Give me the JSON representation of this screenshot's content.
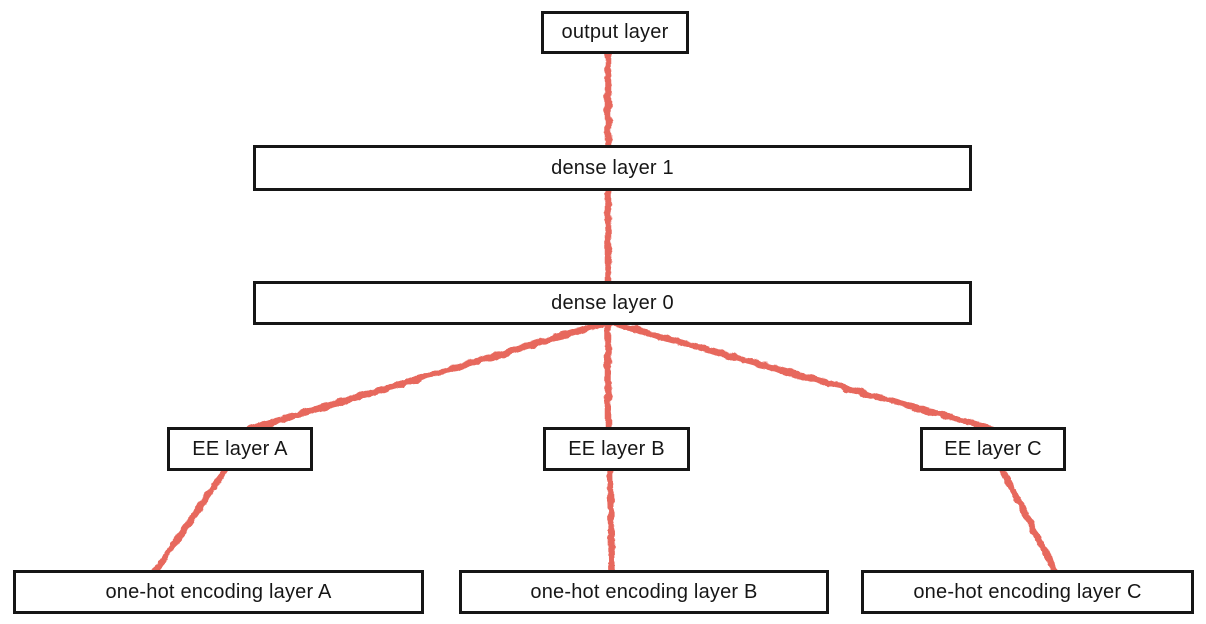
{
  "diagram": {
    "type": "neural-network-architecture",
    "background_color": "#ffffff",
    "box_border_color": "#161616",
    "box_fill_color": "#ffffff",
    "text_color": "#161616",
    "edge_color": "#e7675d",
    "nodes": {
      "output_layer": {
        "label": "output layer"
      },
      "dense_layer_1": {
        "label": "dense layer 1"
      },
      "dense_layer_0": {
        "label": "dense layer 0"
      },
      "ee_layer_a": {
        "label": "EE layer A"
      },
      "ee_layer_b": {
        "label": "EE layer B"
      },
      "ee_layer_c": {
        "label": "EE layer C"
      },
      "onehot_layer_a": {
        "label": "one-hot encoding layer A"
      },
      "onehot_layer_b": {
        "label": "one-hot encoding layer B"
      },
      "onehot_layer_c": {
        "label": "one-hot encoding layer C"
      }
    },
    "edges": [
      {
        "from": "output_layer",
        "to": "dense_layer_1"
      },
      {
        "from": "dense_layer_1",
        "to": "dense_layer_0"
      },
      {
        "from": "dense_layer_0",
        "to": "ee_layer_a"
      },
      {
        "from": "dense_layer_0",
        "to": "ee_layer_b"
      },
      {
        "from": "dense_layer_0",
        "to": "ee_layer_c"
      },
      {
        "from": "ee_layer_a",
        "to": "onehot_layer_a"
      },
      {
        "from": "ee_layer_b",
        "to": "onehot_layer_b"
      },
      {
        "from": "ee_layer_c",
        "to": "onehot_layer_c"
      }
    ]
  }
}
